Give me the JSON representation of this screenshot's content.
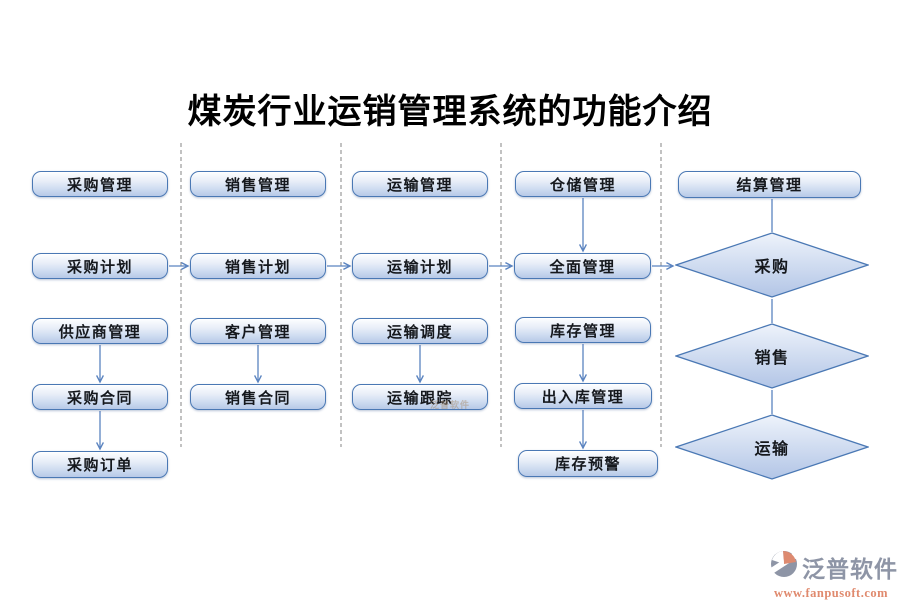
{
  "title": "煤炭行业运销管理系统的功能介绍",
  "nodes": [
    {
      "id": "cg_gl",
      "label": "采购管理",
      "shape": "box"
    },
    {
      "id": "cg_jh",
      "label": "采购计划",
      "shape": "box"
    },
    {
      "id": "gys_gl",
      "label": "供应商管理",
      "shape": "box"
    },
    {
      "id": "cg_ht",
      "label": "采购合同",
      "shape": "box"
    },
    {
      "id": "cg_dd",
      "label": "采购订单",
      "shape": "box"
    },
    {
      "id": "xs_gl",
      "label": "销售管理",
      "shape": "box"
    },
    {
      "id": "xs_jh",
      "label": "销售计划",
      "shape": "box"
    },
    {
      "id": "kh_gl",
      "label": "客户管理",
      "shape": "box"
    },
    {
      "id": "xs_ht",
      "label": "销售合同",
      "shape": "box"
    },
    {
      "id": "ys_gl",
      "label": "运输管理",
      "shape": "box"
    },
    {
      "id": "ys_jh",
      "label": "运输计划",
      "shape": "box"
    },
    {
      "id": "ys_dd",
      "label": "运输调度",
      "shape": "box"
    },
    {
      "id": "ys_gz",
      "label": "运输跟踪",
      "shape": "box"
    },
    {
      "id": "cc_gl",
      "label": "仓储管理",
      "shape": "box"
    },
    {
      "id": "qm_gl",
      "label": "全面管理",
      "shape": "box"
    },
    {
      "id": "kc_gl",
      "label": "库存管理",
      "shape": "box"
    },
    {
      "id": "crk_gl",
      "label": "出入库管理",
      "shape": "box"
    },
    {
      "id": "kc_yj",
      "label": "库存预警",
      "shape": "box"
    },
    {
      "id": "js_gl",
      "label": "结算管理",
      "shape": "box"
    },
    {
      "id": "d_cg",
      "label": "采购",
      "shape": "diamond"
    },
    {
      "id": "d_xs",
      "label": "销售",
      "shape": "diamond"
    },
    {
      "id": "d_ys",
      "label": "运输",
      "shape": "diamond"
    }
  ],
  "flows": {
    "arrows": [
      [
        "cg_jh",
        "xs_jh"
      ],
      [
        "xs_jh",
        "ys_jh"
      ],
      [
        "ys_jh",
        "qm_gl"
      ],
      [
        "qm_gl",
        "d_cg"
      ],
      [
        "gys_gl",
        "cg_ht"
      ],
      [
        "cg_ht",
        "cg_dd"
      ],
      [
        "kh_gl",
        "xs_ht"
      ],
      [
        "ys_dd",
        "ys_gz"
      ],
      [
        "cc_gl",
        "qm_gl"
      ],
      [
        "kc_gl",
        "crk_gl"
      ],
      [
        "crk_gl",
        "kc_yj"
      ]
    ],
    "lines": [
      [
        "js_gl",
        "d_cg"
      ],
      [
        "d_cg",
        "d_xs"
      ],
      [
        "d_xs",
        "d_ys"
      ]
    ]
  },
  "watermark": {
    "text": "泛普软件"
  },
  "logo": {
    "name": "泛普软件",
    "url": "www.fanpusoft.com"
  },
  "colors": {
    "box_border": "#4a78b4",
    "connector": "#5b84c0",
    "separator": "#8f8f8f",
    "diamond_fill_top": "#eef3fb",
    "diamond_fill_bottom": "#b2c5e6",
    "logo_gray": "#8e95a6",
    "logo_orange": "#dd8a70"
  }
}
